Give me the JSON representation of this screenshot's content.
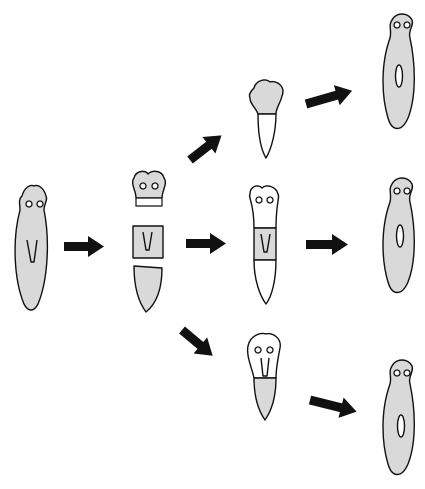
{
  "colors": {
    "tissue": "#d9d9d9",
    "new_tissue": "#ffffff",
    "outline": "#111111",
    "arrow": "#111111"
  },
  "figure": {
    "intact_worm": {
      "eyes": 2,
      "pharynx": true
    },
    "amputation": {
      "fragments": [
        "head",
        "trunk",
        "tail"
      ]
    },
    "regenerating": [
      "head-fragment",
      "trunk-fragment",
      "tail-fragment"
    ],
    "regenerated": [
      "whole-worm-1",
      "whole-worm-2",
      "whole-worm-3"
    ]
  }
}
